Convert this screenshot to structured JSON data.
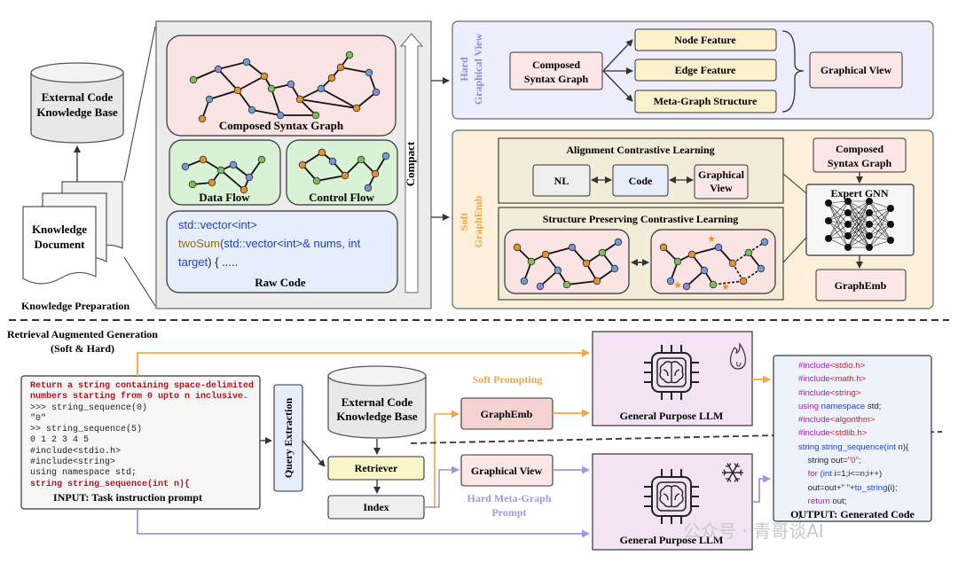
{
  "knowledge_prep": {
    "ext_kb": [
      "External Code",
      "Knowledge Base"
    ],
    "document": [
      "Knowledge",
      "Document"
    ],
    "section_label": "Knowledge  Preparation"
  },
  "graph_panel": {
    "composed_syntax_graph": "Composed Syntax Graph",
    "data_flow": "Data Flow",
    "control_flow": "Control Flow",
    "compact": "Compact",
    "raw_code_label": "Raw Code",
    "raw_code": {
      "l1_a": "std::vector<",
      "l1_b": "int",
      "l1_c": ">",
      "l2_a": "twoSum",
      "l2_b": "(std::vector<",
      "l2_c": "int",
      "l2_d": ">& nums, ",
      "l2_e": "int",
      "l3_a": "target",
      "l3_b": ") { ....."
    }
  },
  "hard_view": {
    "side_label_1": "Hard",
    "side_label_2": "Graphical View",
    "composed": [
      "Composed",
      "Syntax Graph"
    ],
    "node_feature": "Node Feature",
    "edge_feature": "Edge Feature",
    "meta_graph": "Meta-Graph Structure",
    "graphical_view": "Graphical View"
  },
  "soft_view": {
    "side_label_1": "Soft",
    "side_label_2": "GraphEmb",
    "alignment_title": "Alignment Contrastive Learning",
    "nl": "NL",
    "code": "Code",
    "graphical_view": [
      "Graphical",
      "View"
    ],
    "structure_title": "Structure Preserving Contrastive Learning",
    "composed": [
      "Composed",
      "Syntax Graph"
    ],
    "expert_gnn": "Expert GNN",
    "graphemb": "GraphEmb"
  },
  "rag": {
    "title_1": "Retrieval Augmented Generation",
    "title_2": "(Soft & Hard)",
    "input_label": "INPUT: Task instruction prompt",
    "input_lines": [
      {
        "text": "Return a string containing space-delimited",
        "red": true
      },
      {
        "text": "numbers starting from 0 upto n inclusive.",
        "red": true
      },
      {
        "text": ">>> string_sequence(0)",
        "red": false
      },
      {
        "text": "\"0\"",
        "red": false
      },
      {
        "text": ">> string_sequence(5)",
        "red": false
      },
      {
        "text": "0 1 2 3 4 5",
        "red": false
      },
      {
        "text": "#include<stdio.h>",
        "red": false
      },
      {
        "text": "#include<string>",
        "red": false
      },
      {
        "text": "using namespace std;",
        "red": false
      },
      {
        "text": "string string_sequence(int n){",
        "red": true
      }
    ],
    "query_extraction": "Query Extraction",
    "ext_kb": [
      "External Code",
      "Knowledge Base"
    ],
    "retriever": "Retriever",
    "index": "Index",
    "soft_prompting": "Soft Prompting",
    "graphemb": "GraphEmb",
    "graphical_view": "Graphical View",
    "hard_prompt": [
      "Hard Meta-Graph",
      "Prompt"
    ],
    "llm_top": "General Purpose LLM",
    "llm_bottom": "General Purpose LLM",
    "output_label": "OUTPUT: Generated Code",
    "output_lines": [
      {
        "parts": [
          {
            "t": "#include",
            "c": "kw-purple"
          },
          {
            "t": "<stdio.h>",
            "c": "kw-red"
          }
        ]
      },
      {
        "parts": [
          {
            "t": "#include",
            "c": "kw-purple"
          },
          {
            "t": "<math.h>",
            "c": "kw-red"
          }
        ]
      },
      {
        "parts": [
          {
            "t": "#include",
            "c": "kw-purple"
          },
          {
            "t": "<string>",
            "c": "kw-red"
          }
        ]
      },
      {
        "parts": [
          {
            "t": "using ",
            "c": "kw-purple"
          },
          {
            "t": "namespace ",
            "c": "kw-blue"
          },
          {
            "t": "std;",
            "c": ""
          }
        ]
      },
      {
        "parts": [
          {
            "t": "#include",
            "c": "kw-purple"
          },
          {
            "t": "<algorithm>",
            "c": "kw-red"
          }
        ]
      },
      {
        "parts": [
          {
            "t": "#include",
            "c": "kw-purple"
          },
          {
            "t": "<stdlib.h>",
            "c": "kw-red"
          }
        ]
      },
      {
        "parts": [
          {
            "t": "string string_sequence(",
            "c": "kw-blue"
          },
          {
            "t": "int ",
            "c": "kw-blue"
          },
          {
            "t": "n){",
            "c": ""
          }
        ]
      },
      {
        "parts": [
          {
            "t": "    string out=",
            "c": ""
          },
          {
            "t": "\"0\"",
            "c": "kw-red"
          },
          {
            "t": ";",
            "c": ""
          }
        ]
      },
      {
        "parts": [
          {
            "t": "    for ",
            "c": "kw-purple"
          },
          {
            "t": "(int ",
            "c": "kw-blue"
          },
          {
            "t": "i=1;i<=n;i++)",
            "c": ""
          }
        ]
      },
      {
        "parts": [
          {
            "t": "    out=out+\" \"+",
            "c": ""
          },
          {
            "t": "to_string",
            "c": "kw-blue"
          },
          {
            "t": "(i);",
            "c": ""
          }
        ]
      },
      {
        "parts": [
          {
            "t": "    return ",
            "c": "kw-purple"
          },
          {
            "t": "out;",
            "c": ""
          }
        ]
      },
      {
        "parts": [
          {
            "t": "}",
            "c": ""
          }
        ]
      }
    ],
    "watermark": "公众号 · 青哥谈AI"
  },
  "colors": {
    "pink": "#f9e3e3",
    "green": "#d9f1d4",
    "blue_code": "#e6eefb",
    "purple_panel": "#eeedfb",
    "orange_panel": "#fdf0da",
    "yellow": "#fdf0cc",
    "pink_box": "#fce6e6",
    "soft_orange": "#f5a542",
    "hard_purple": "#9c97e6"
  }
}
